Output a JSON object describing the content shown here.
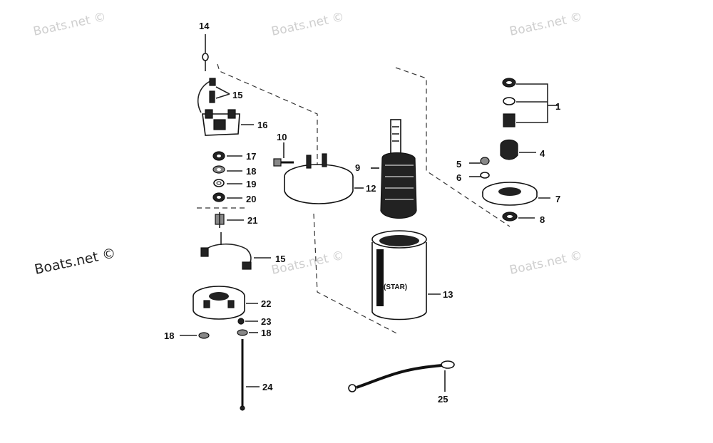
{
  "watermarks": {
    "w1": "Boats.net ©",
    "w2": "Boats.net ©",
    "w3": "Boats.net ©",
    "w4": "Boats.net ©",
    "w5": "Boats.net ©",
    "w6": "Boats.net ©"
  },
  "callouts": {
    "c1": "1",
    "c4": "4",
    "c5": "5",
    "c6": "6",
    "c7": "7",
    "c8": "8",
    "c9": "9",
    "c10": "10",
    "c12": "12",
    "c13": "13",
    "c14": "14",
    "c15a": "15",
    "c15b": "15",
    "c16": "16",
    "c17": "17",
    "c18a": "18",
    "c18b": "18",
    "c18c": "18",
    "c19": "19",
    "c20": "20",
    "c21": "21",
    "c22": "22",
    "c23": "23",
    "c24": "24",
    "c25": "25"
  },
  "housing_label": "(STAR)"
}
